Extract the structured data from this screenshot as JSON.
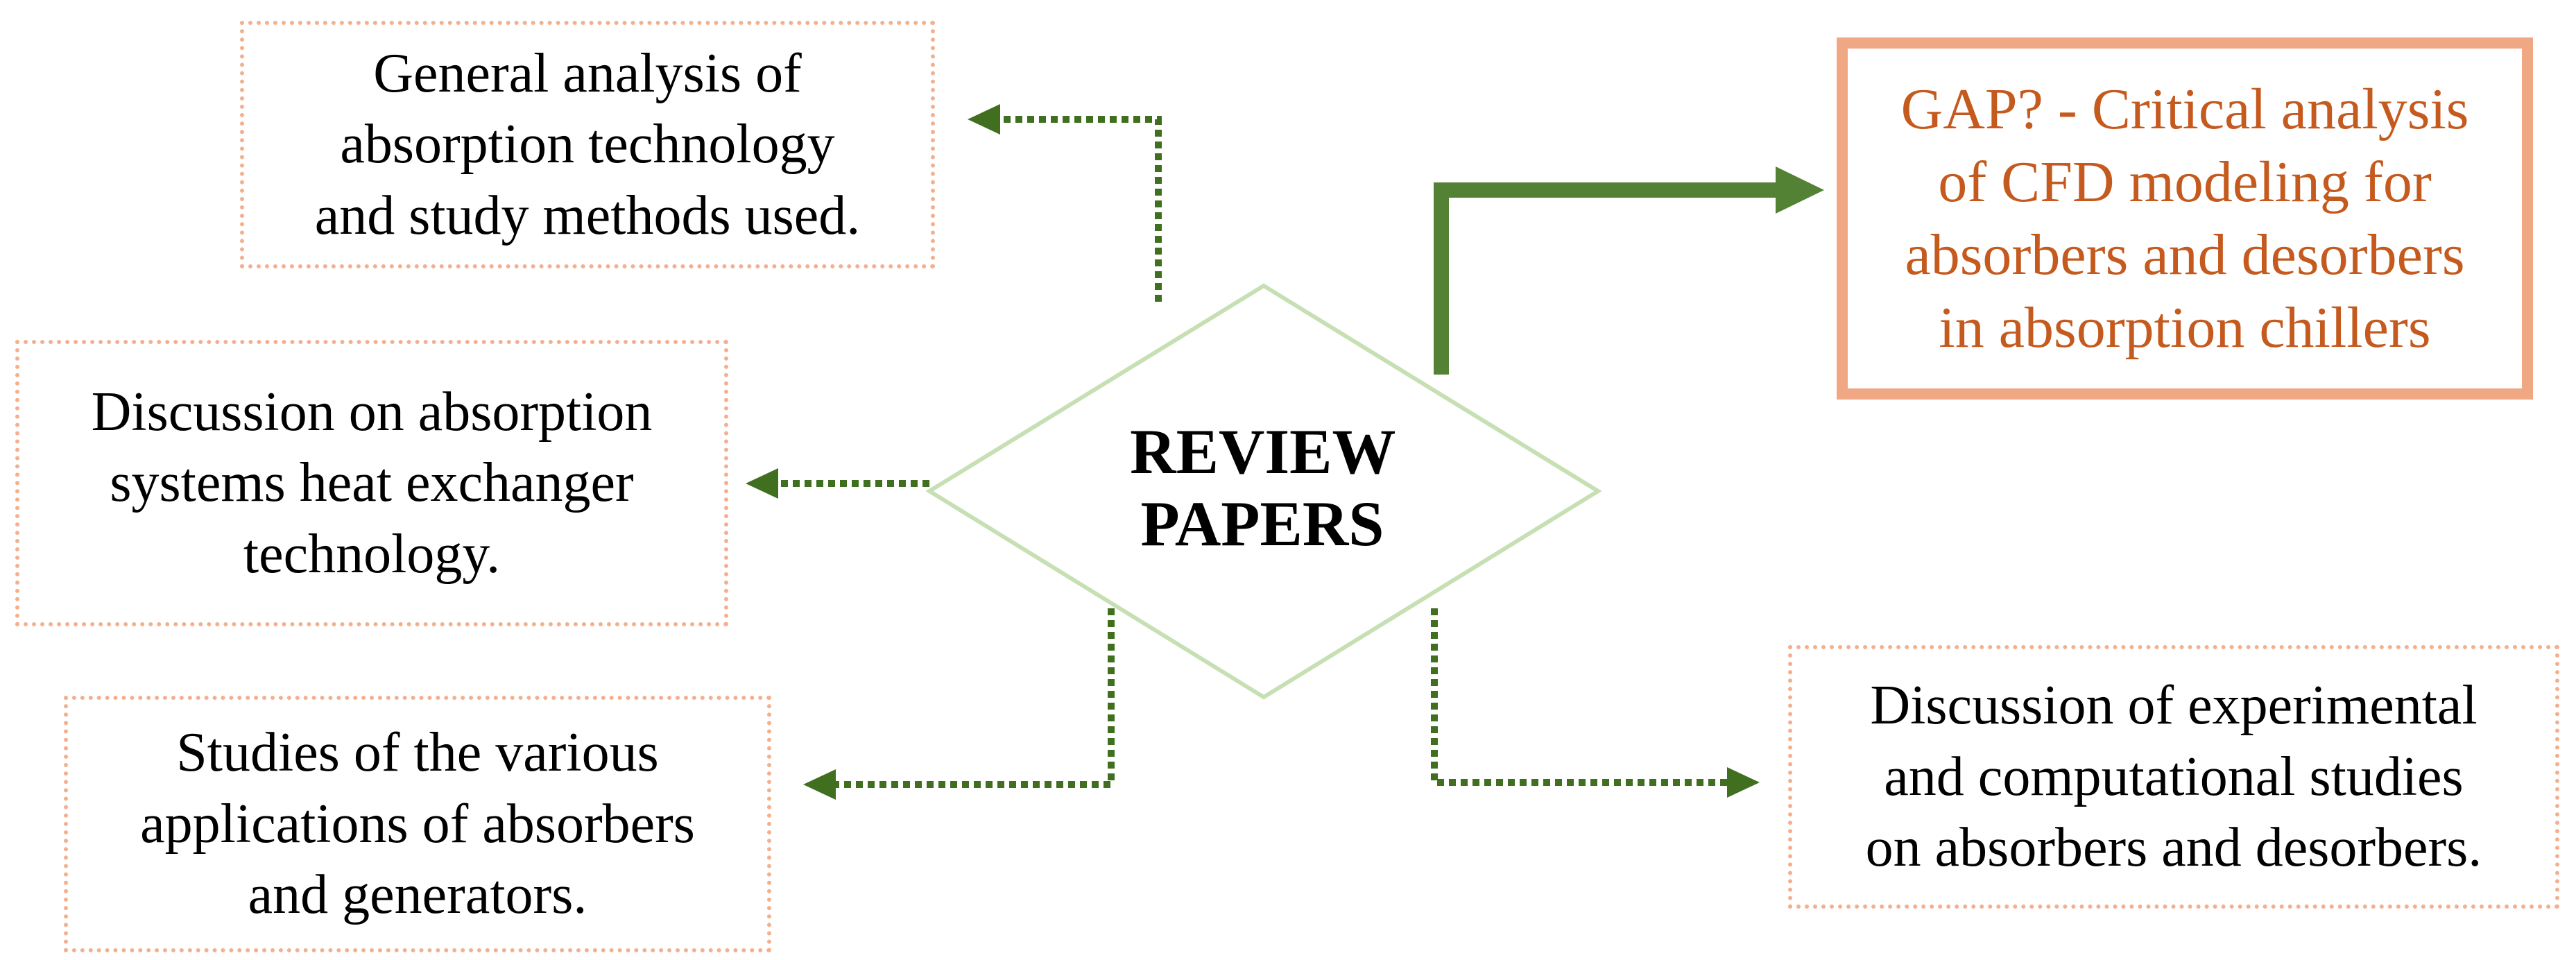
{
  "center": {
    "lines": [
      "REVIEW",
      "PAPERS"
    ]
  },
  "boxes": {
    "top_left": [
      "General analysis of",
      "absorption technology",
      "and study methods used."
    ],
    "mid_left": [
      "Discussion on absorption",
      "systems heat exchanger",
      "technology."
    ],
    "bottom_left": [
      "Studies of the various",
      "applications of absorbers",
      "and generators."
    ],
    "gap": [
      "GAP? - Critical analysis",
      "of CFD modeling for",
      "absorbers and desorbers",
      "in absorption chillers"
    ],
    "bottom_right": [
      "Discussion of experimental",
      "and computational studies",
      "on absorbers and desorbers."
    ]
  },
  "colors": {
    "diamond_border": "#c6e0b4",
    "arrow": "#3f6f1f",
    "main_arrow": "#548235",
    "dotted_border": "#f3b08f",
    "gap_border": "#efa784",
    "gap_text": "#c55a1f"
  }
}
